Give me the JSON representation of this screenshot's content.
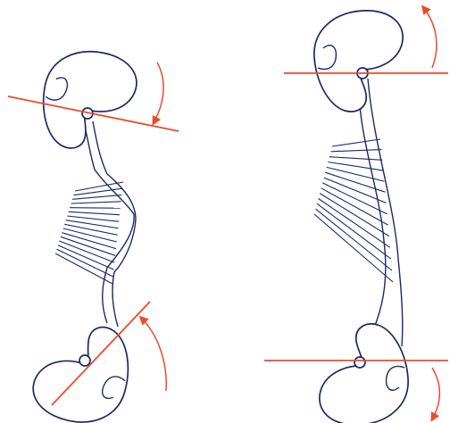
{
  "diagram": {
    "colors": {
      "outline": "#1c2966",
      "axis_and_arrows": "#ee4a2c",
      "background": "#ffffff"
    },
    "panels": [
      {
        "upper_cam": {
          "pivot": [
            98,
            127
          ],
          "rotate_deg": 15
        },
        "lower_cam": {
          "pivot": [
            95,
            404
          ],
          "rotate_deg": 200
        },
        "fan_lines": 16
      },
      {
        "upper_cam": {
          "pivot": [
            406,
            82
          ],
          "rotate_deg": 0
        },
        "lower_cam": {
          "pivot": [
            403,
            406
          ],
          "rotate_deg": 180
        },
        "fan_lines": 14
      }
    ]
  }
}
